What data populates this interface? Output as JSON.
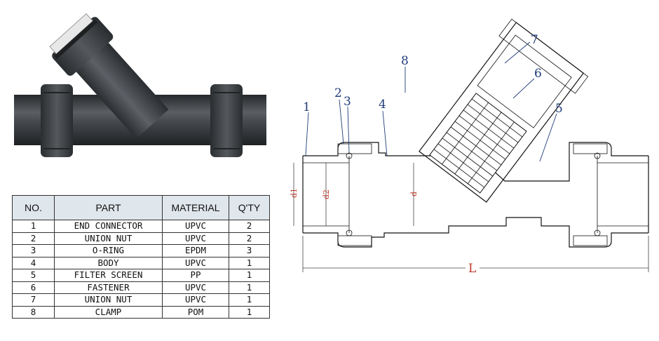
{
  "table": {
    "headers": [
      "NO.",
      "PART",
      "MATERIAL",
      "Q'TY"
    ],
    "rows": [
      [
        "1",
        "END CONNECTOR",
        "UPVC",
        "2"
      ],
      [
        "2",
        "UNION NUT",
        "UPVC",
        "2"
      ],
      [
        "3",
        "O-RING",
        "EPDM",
        "3"
      ],
      [
        "4",
        "BODY",
        "UPVC",
        "1"
      ],
      [
        "5",
        "FILTER SCREEN",
        "PP",
        "1"
      ],
      [
        "6",
        "FASTENER",
        "UPVC",
        "1"
      ],
      [
        "7",
        "UNION NUT",
        "UPVC",
        "1"
      ],
      [
        "8",
        "CLAMP",
        "POM",
        "1"
      ]
    ]
  },
  "drawing": {
    "callouts": [
      "1",
      "2",
      "3",
      "4",
      "5",
      "6",
      "7",
      "8"
    ],
    "dimensions": {
      "d1": "d1",
      "d2": "d2",
      "d": "d",
      "L": "L"
    }
  },
  "colors": {
    "table_header_bg": "#dfe6ec",
    "callout_text": "#1f3c78",
    "dimension_text": "#c0392b",
    "valve_body": "#3a3d40"
  }
}
